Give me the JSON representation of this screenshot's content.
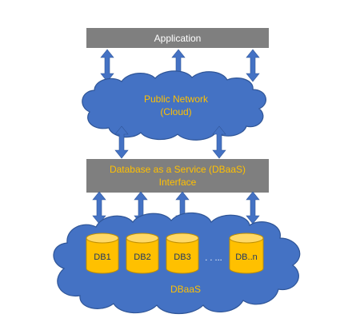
{
  "application_box": {
    "label": "Application"
  },
  "public_network": {
    "line1": "Public Network",
    "line2": "(Cloud)"
  },
  "dbaas_interface_box": {
    "line1": "Database as a Service (DBaaS)",
    "line2": "Interface"
  },
  "dbaas_cloud": {
    "label": "DBaaS",
    "ellipsis": ". . ...",
    "databases": [
      "DB1",
      "DB2",
      "DB3",
      "DB..n"
    ]
  },
  "colors": {
    "box_fill": "#7f7f7f",
    "cloud_fill": "#4472c4",
    "cloud_stroke": "#2f5597",
    "arrow_fill": "#4472c4",
    "cylinder_fill": "#ffc000",
    "cylinder_stroke": "#bf8f00",
    "text_white": "#ffffff",
    "text_yellow": "#ffc000",
    "text_dark": "#1f3864"
  }
}
